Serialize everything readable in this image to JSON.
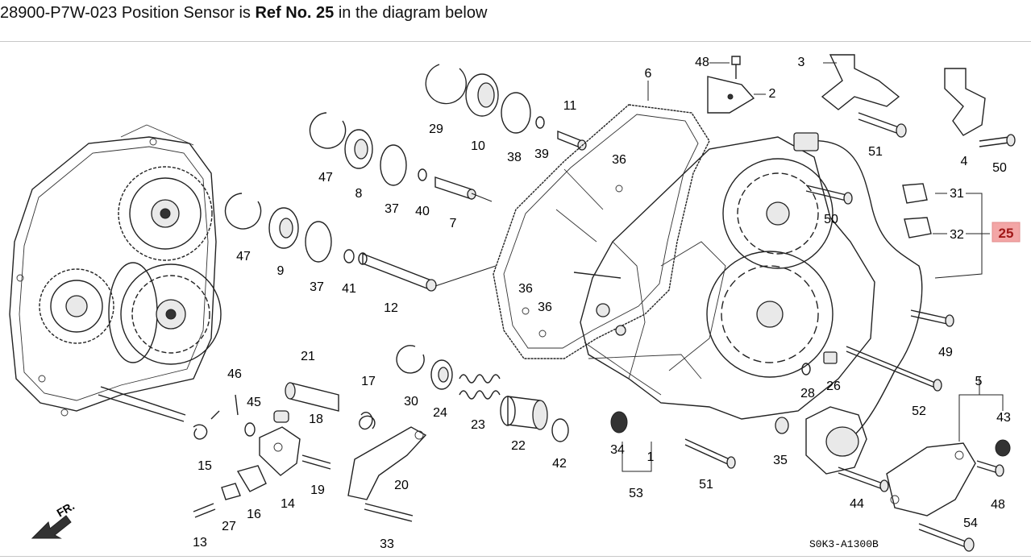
{
  "caption": {
    "prefix": "28900-P7W-023 Position Sensor is ",
    "ref_bold": "Ref No. 25",
    "suffix": " in the diagram below"
  },
  "diagram": {
    "fr_label": "FR.",
    "code": "S0K3-A1300B",
    "highlight_ref": "25",
    "labels": {
      "n1": "1",
      "n2": "2",
      "n3": "3",
      "n4": "4",
      "n5": "5",
      "n6": "6",
      "n7": "7",
      "n8": "8",
      "n9": "9",
      "n10": "10",
      "n11": "11",
      "n12": "12",
      "n13": "13",
      "n14": "14",
      "n15": "15",
      "n16": "16",
      "n17": "17",
      "n18": "18",
      "n19": "19",
      "n20": "20",
      "n21": "21",
      "n22": "22",
      "n23": "23",
      "n24": "24",
      "n26": "26",
      "n27": "27",
      "n28": "28",
      "n29": "29",
      "n30": "30",
      "n31": "31",
      "n32": "32",
      "n33": "33",
      "n34": "34",
      "n35": "35",
      "n36a": "36",
      "n36b": "36",
      "n36c": "36",
      "n37a": "37",
      "n37b": "37",
      "n38": "38",
      "n39": "39",
      "n40": "40",
      "n41": "41",
      "n42": "42",
      "n43": "43",
      "n44": "44",
      "n45": "45",
      "n46": "46",
      "n47a": "47",
      "n47b": "47",
      "n48a": "48",
      "n48b": "48",
      "n49": "49",
      "n50a": "50",
      "n50b": "50",
      "n51a": "51",
      "n51b": "51",
      "n52": "52",
      "n53": "53",
      "n54": "54"
    }
  }
}
